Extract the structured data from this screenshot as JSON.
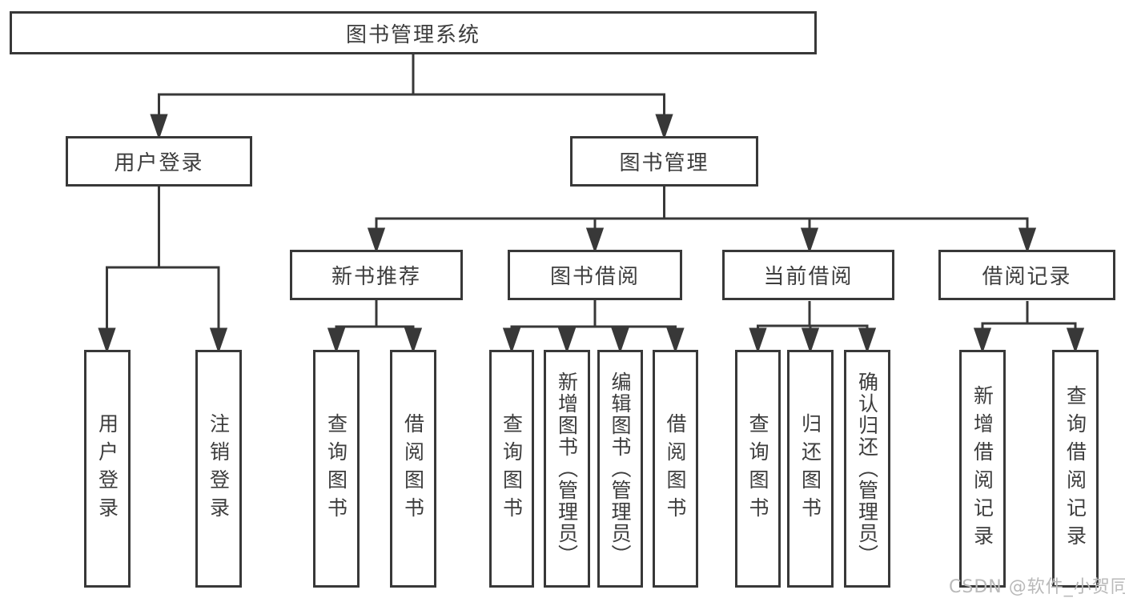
{
  "diagram": {
    "root": {
      "label": "图书管理系统"
    },
    "branches": [
      {
        "label": "用户登录",
        "children": [
          {
            "label": "用户登录"
          },
          {
            "label": "注销登录"
          }
        ]
      },
      {
        "label": "图书管理",
        "children": [
          {
            "label": "新书推荐",
            "children": [
              {
                "label": "查询图书"
              },
              {
                "label": "借阅图书"
              }
            ]
          },
          {
            "label": "图书借阅",
            "children": [
              {
                "label": "查询图书"
              },
              {
                "label": "新增图书（管理员）"
              },
              {
                "label": "编辑图书（管理员）"
              },
              {
                "label": "借阅图书"
              }
            ]
          },
          {
            "label": "当前借阅",
            "children": [
              {
                "label": "查询图书"
              },
              {
                "label": "归还图书"
              },
              {
                "label": "确认归还（管理员）"
              }
            ]
          },
          {
            "label": "借阅记录",
            "children": [
              {
                "label": "新增借阅记录"
              },
              {
                "label": "查询借阅记录"
              }
            ]
          }
        ]
      }
    ]
  },
  "watermark": {
    "text": "CSDN @软件_小贺同学"
  },
  "colors": {
    "line": "#383838",
    "text": "#3d3d3d",
    "box_background": "#ffffff",
    "watermark": "#b9b9b9",
    "page_background": "#ffffff"
  }
}
